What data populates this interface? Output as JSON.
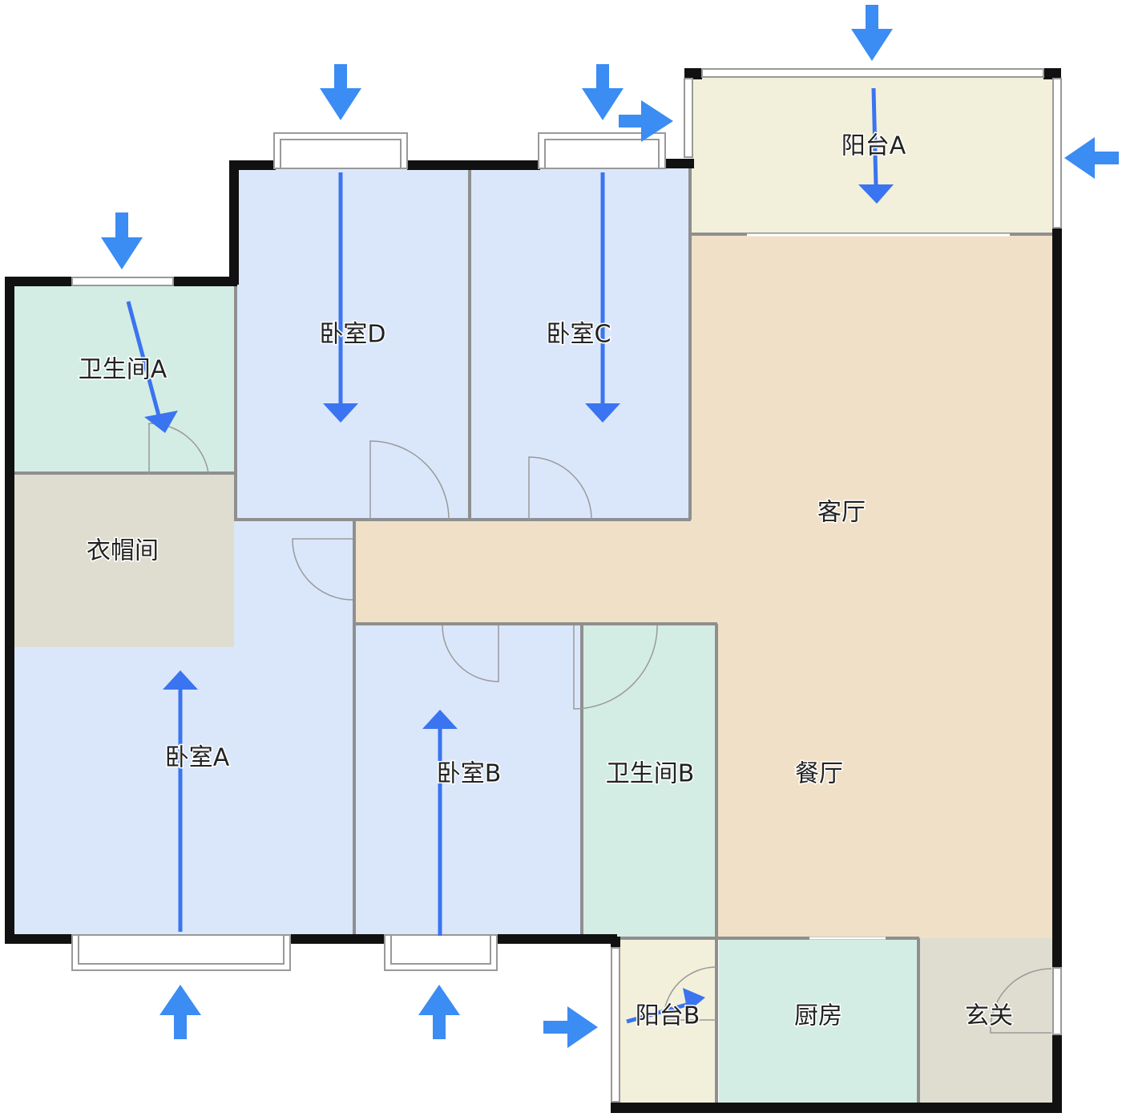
{
  "rooms": {
    "bathroom_a": "卫生间A",
    "cloakroom": "衣帽间",
    "bedroom_a": "卧室A",
    "bedroom_d": "卧室D",
    "bedroom_c": "卧室C",
    "balcony_a": "阳台A",
    "living_room": "客厅",
    "dining_room": "餐厅",
    "bedroom_b": "卧室B",
    "bathroom_b": "卫生间B",
    "balcony_b": "阳台B",
    "kitchen": "厨房",
    "entrance": "玄关"
  },
  "colors": {
    "bedroom": "#dae7fb",
    "bathroom": "#d4ede4",
    "living": "#f0e0c8",
    "balcony": "#f2f0da",
    "utility": "#dfddd0",
    "arrow": "#3b8cf3"
  }
}
